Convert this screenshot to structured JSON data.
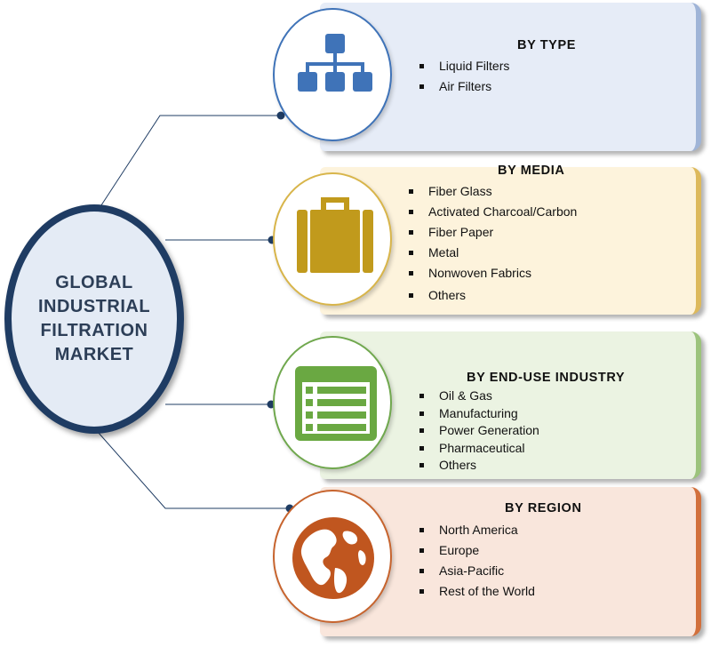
{
  "center": {
    "lines": [
      "GLOBAL",
      "INDUSTRIAL",
      "FILTRATION",
      "MARKET"
    ]
  },
  "segments": [
    {
      "title": "BY TYPE",
      "icon": "hierarchy-icon",
      "color": "#3f73b8",
      "items": [
        "Liquid Filters",
        "Air Filters"
      ]
    },
    {
      "title": "BY MEDIA",
      "icon": "briefcase-icon",
      "color": "#c19a1c",
      "items": [
        "Fiber Glass",
        "Activated Charcoal/Carbon",
        "Fiber Paper",
        "Metal",
        "Nonwoven  Fabrics",
        "Others"
      ]
    },
    {
      "title": "BY END-USE  INDUSTRY",
      "icon": "list-window-icon",
      "color": "#6aa842",
      "items": [
        "Oil & Gas",
        "Manufacturing",
        "Power Generation",
        "Pharmaceutical",
        "Others"
      ]
    },
    {
      "title": "BY REGION",
      "icon": "globe-icon",
      "color": "#c0561f",
      "items": [
        "North America",
        "Europe",
        "Asia-Pacific",
        "Rest of the World"
      ]
    }
  ]
}
